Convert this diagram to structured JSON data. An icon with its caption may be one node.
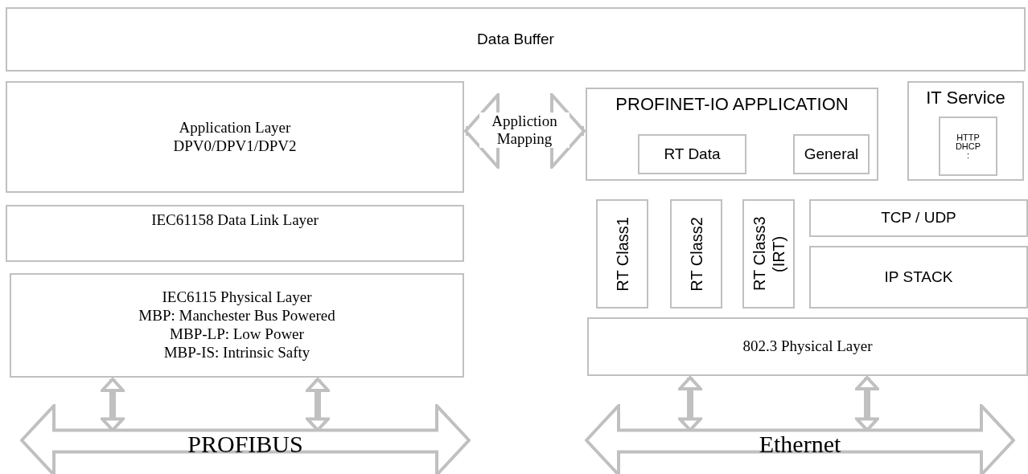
{
  "diagram": {
    "nodes": [
      {
        "text": [
          "Data Buffer"
        ]
      },
      {
        "text": [
          "Application Layer",
          "DPV0/DPV1/DPV2"
        ]
      },
      {
        "text": [
          "PROFINET-IO APPLICATION"
        ]
      },
      {
        "text": [
          "RT Data"
        ],
        "in": 2
      },
      {
        "text": [
          "General"
        ],
        "in": 2
      },
      {
        "text": [
          "IT Service"
        ]
      },
      {
        "text": [
          "HTTP",
          "DHCP",
          ":"
        ],
        "in": 5
      },
      {
        "text": [
          "IEC61158  Data Link Layer"
        ]
      },
      {
        "text": [
          "IEC6115 Physical Layer",
          "MBP: Manchester Bus Powered",
          "MBP-LP: Low Power",
          "MBP-IS: Intrinsic Safty"
        ]
      },
      {
        "text": [
          "RT Class1"
        ]
      },
      {
        "text": [
          "RT Class2"
        ]
      },
      {
        "text": [
          "RT Class3 (IRT)"
        ]
      },
      {
        "text": [
          "TCP / UDP"
        ]
      },
      {
        "text": [
          "IP STACK"
        ]
      },
      {
        "text": [
          "802.3 Physical Layer"
        ]
      },
      {
        "text": [
          "PROFIBUS"
        ]
      },
      {
        "text": [
          "Ethernet"
        ]
      }
    ],
    "edges": [
      {
        "from": 1,
        "to": 2,
        "arrow": "both",
        "label": "Appliction Mapping"
      },
      {
        "from": 8,
        "to": 15,
        "arrow": "both"
      },
      {
        "from": 8,
        "to": 15,
        "arrow": "both"
      },
      {
        "from": 14,
        "to": 16,
        "arrow": "both"
      },
      {
        "from": 14,
        "to": 16,
        "arrow": "both"
      }
    ]
  }
}
